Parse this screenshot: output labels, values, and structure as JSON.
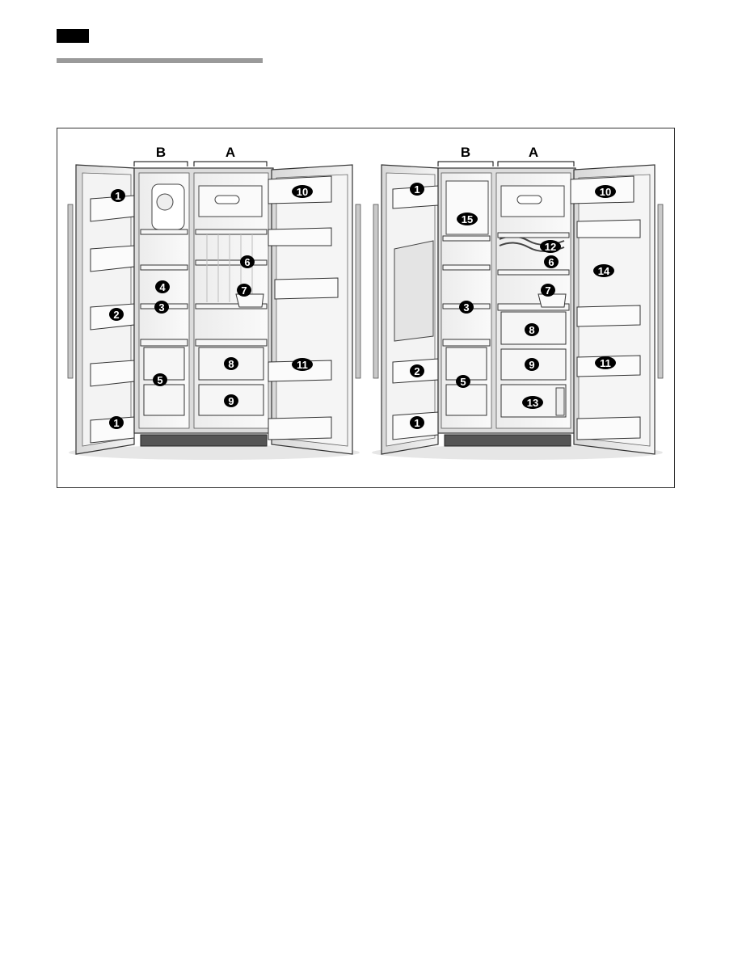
{
  "page": {
    "header_block_color": "#000000",
    "rule_color": "#9a9a9a"
  },
  "figure": {
    "left_fridge": {
      "zone_labels": {
        "b": "B",
        "a": "A"
      },
      "callouts": {
        "c1_top": "1",
        "c2": "2",
        "c4": "4",
        "c3": "3",
        "c5": "5",
        "c1_bottom": "1",
        "c6": "6",
        "c7": "7",
        "c8": "8",
        "c9": "9",
        "c10": "10",
        "c11": "11"
      }
    },
    "right_fridge": {
      "zone_labels": {
        "b": "B",
        "a": "A"
      },
      "callouts": {
        "c1_top": "1",
        "c15": "15",
        "c3": "3",
        "c2": "2",
        "c5": "5",
        "c1_bottom": "1",
        "c12": "12",
        "c6": "6",
        "c7": "7",
        "c8": "8",
        "c9": "9",
        "c13": "13",
        "c10": "10",
        "c14": "14",
        "c11": "11"
      }
    }
  }
}
